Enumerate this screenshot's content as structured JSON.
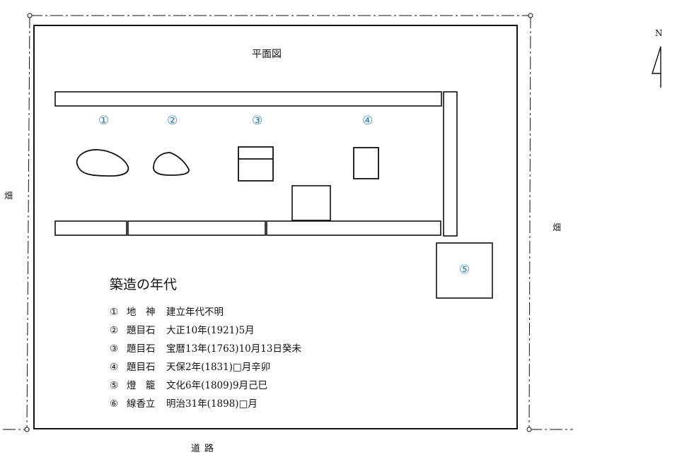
{
  "diagram": {
    "title": "平面図",
    "north": "N",
    "side_west": "畑",
    "side_east": "畑",
    "road": "道路",
    "markers": [
      "①",
      "②",
      "③",
      "④",
      "⑤"
    ],
    "legend": {
      "heading": "築造の年代",
      "items": [
        {
          "mark": "①",
          "name": "地　神",
          "date": "建立年代不明"
        },
        {
          "mark": "②",
          "name": "題目石",
          "date": "大正10年(1921)5月"
        },
        {
          "mark": "③",
          "name": "題目石",
          "date": "宝暦13年(1763)10月13日癸未"
        },
        {
          "mark": "④",
          "name": "題目石",
          "date": "天保2年(1831)□月辛卯"
        },
        {
          "mark": "⑤",
          "name": "燈　籠",
          "date": "文化6年(1809)9月己巳"
        },
        {
          "mark": "⑥",
          "name": "線香立",
          "date": "明治31年(1898)□月"
        }
      ]
    },
    "colors": {
      "line": "#111111",
      "marker": "#2a7bb6"
    }
  }
}
